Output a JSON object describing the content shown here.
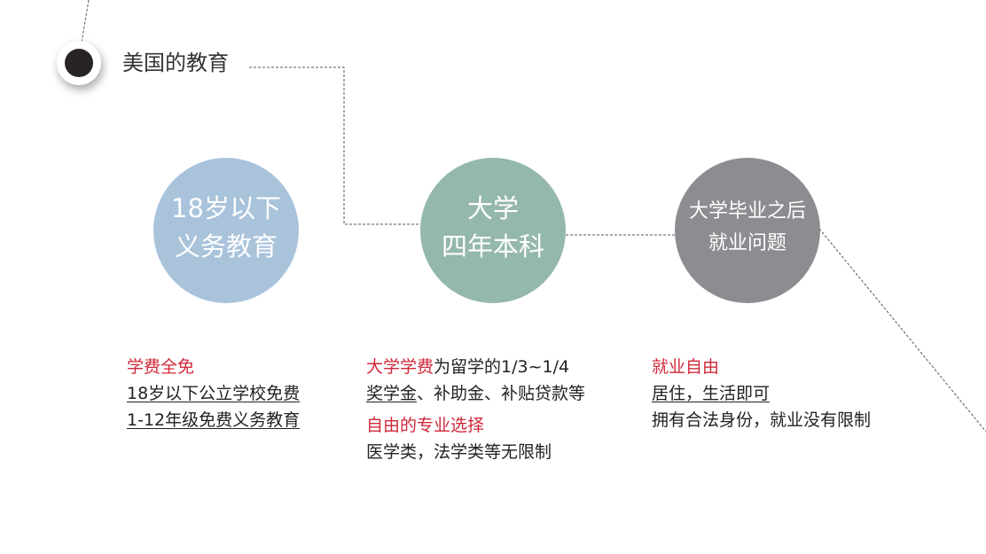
{
  "title": "美国的教育",
  "colors": {
    "stage_1": "#a9c3db",
    "stage_2": "#94b7ae",
    "stage_3": "#8b8d90",
    "highlight": "#d0283a",
    "title_dot": "#282425"
  },
  "stages": [
    {
      "lines": [
        "18岁以下",
        "义务教育"
      ],
      "details": [
        {
          "parts": [
            {
              "text": "学费全免",
              "style": "red"
            }
          ]
        },
        {
          "parts": [
            {
              "text": "18岁以下公立学校免费",
              "style": "underline"
            }
          ]
        },
        {
          "parts": [
            {
              "text": "1-12年级免费义务教育",
              "style": "underline"
            }
          ]
        }
      ]
    },
    {
      "lines": [
        "大学",
        "四年本科"
      ],
      "details": [
        {
          "parts": [
            {
              "text": "大学学费",
              "style": "red"
            },
            {
              "text": "为留学的1/3~1/4",
              "style": "plain"
            }
          ]
        },
        {
          "parts": [
            {
              "text": "奖学金",
              "style": "underline"
            },
            {
              "text": "、补助金、补贴贷款等",
              "style": "plain"
            }
          ]
        },
        {
          "parts": [
            {
              "text": "自由的专业选择",
              "style": "red"
            }
          ]
        },
        {
          "parts": [
            {
              "text": "医学类，法学类等无限制",
              "style": "plain"
            }
          ]
        }
      ]
    },
    {
      "lines": [
        "大学毕业之后",
        "就业问题"
      ],
      "details": [
        {
          "parts": [
            {
              "text": "就业自由",
              "style": "red"
            }
          ]
        },
        {
          "parts": [
            {
              "text": "居住，生活即可",
              "style": "underline"
            }
          ]
        },
        {
          "parts": [
            {
              "text": "拥有合法身份，就业没有限制",
              "style": "plain"
            }
          ]
        }
      ]
    }
  ]
}
